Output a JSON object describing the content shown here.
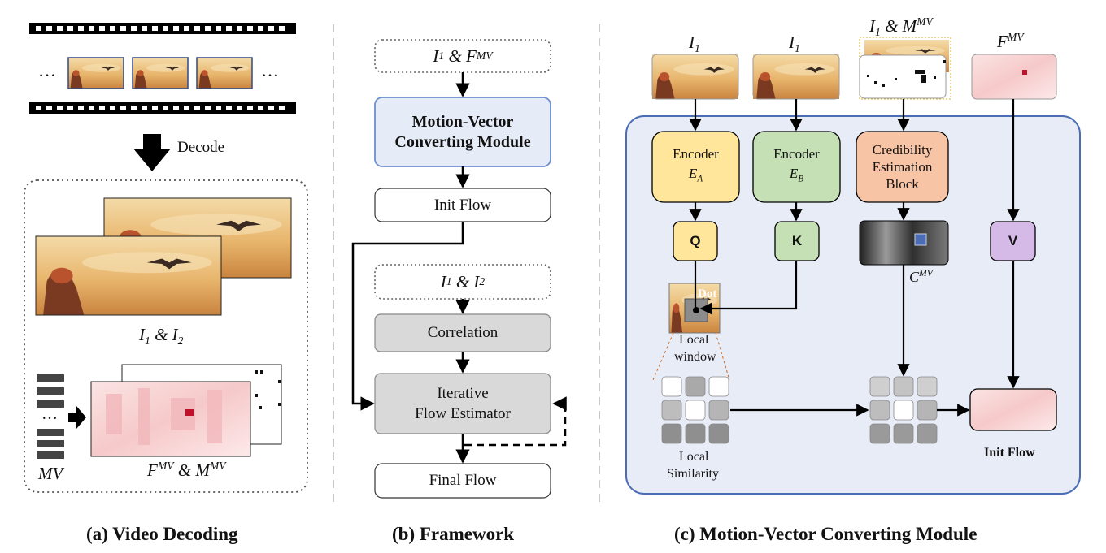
{
  "panel_a": {
    "ellipsis": "…",
    "decode_label": "Decode",
    "frames_label": "I₁ & I₂",
    "mv_label": "MV",
    "mv_ellipsis": "…",
    "fm_label": "F^MV & M^MV",
    "caption": "(a) Video Decoding"
  },
  "panel_b": {
    "input1": "I₁ & F^MV",
    "module": "Motion-Vector Converting Module",
    "module_line1": "Motion-Vector",
    "module_line2": "Converting Module",
    "init_flow": "Init Flow",
    "input2": "I₁ & I₂",
    "correlation": "Correlation",
    "estimator_line1": "Iterative",
    "estimator_line2": "Flow Estimator",
    "final_flow": "Final Flow",
    "caption": "(b) Framework"
  },
  "panel_c": {
    "in1": "I₁",
    "in2": "I₁",
    "in3": "I₁ & M^MV",
    "in4": "F^MV",
    "encA_line1": "Encoder",
    "encA_line2": "E_A",
    "encB_line1": "Encoder",
    "encB_line2": "E_B",
    "ceb_line1": "Credibility",
    "ceb_line2": "Estimation",
    "ceb_line3": "Block",
    "q": "Q",
    "k": "K",
    "v": "V",
    "cmv": "C^MV",
    "dot": "Dot",
    "local_window_1": "Local",
    "local_window_2": "window",
    "local_sim_1": "Local",
    "local_sim_2": "Similarity",
    "init_flow": "Init Flow",
    "caption": "(c) Motion-Vector Converting Module"
  },
  "colors": {
    "panel_bg": "#e8ecf7",
    "panel_border": "#4a6db5",
    "module_fill": "#e5ecf8",
    "module_border": "#6d8fd0",
    "encoderA": "#ffe69a",
    "encoderB": "#c4e0b4",
    "ceb": "#f8c4a6",
    "v_fill": "#d5b9e6",
    "gray_box": "#d9d9d9",
    "sky_light": "#f3d9a4",
    "sky_dark": "#c98a45"
  }
}
